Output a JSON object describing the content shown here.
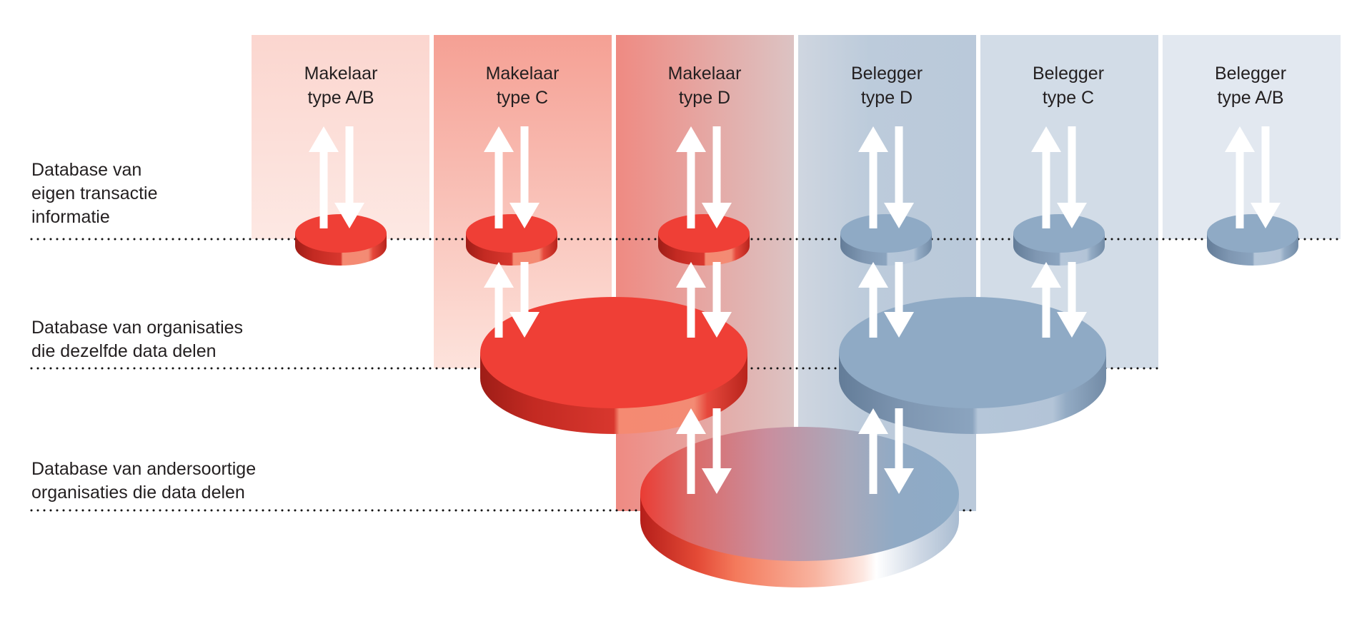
{
  "diagram": {
    "columns": [
      {
        "id": "makelaar-ab",
        "line1": "Makelaar",
        "line2": "type A/B",
        "group": "makelaar",
        "color": "#fbd9d3"
      },
      {
        "id": "makelaar-c",
        "line1": "Makelaar",
        "line2": "type C",
        "group": "makelaar",
        "color": "#f6a59a"
      },
      {
        "id": "makelaar-d",
        "line1": "Makelaar",
        "line2": "type D",
        "group": "makelaar",
        "color": "#f08f86"
      },
      {
        "id": "belegger-d",
        "line1": "Belegger",
        "line2": "type D",
        "group": "belegger",
        "color": "#bccbdc"
      },
      {
        "id": "belegger-c",
        "line1": "Belegger",
        "line2": "type C",
        "group": "belegger",
        "color": "#d2dce7"
      },
      {
        "id": "belegger-ab",
        "line1": "Belegger",
        "line2": "type A/B",
        "group": "belegger",
        "color": "#e2e8f0"
      }
    ],
    "rows": [
      {
        "id": "eigen",
        "lines": [
          "Database van",
          "eigen transactie",
          "informatie"
        ]
      },
      {
        "id": "dezelfde",
        "lines": [
          "Database van organisaties",
          "die dezelfde data delen"
        ]
      },
      {
        "id": "andersoortig",
        "lines": [
          "Database van andersoortige",
          "organisaties die data delen"
        ]
      }
    ],
    "colors": {
      "red": "#ef3f36",
      "red_dark": "#b2231c",
      "red_light": "#f6907a",
      "blue": "#8faac5",
      "blue_dark": "#6e86a1",
      "blue_light": "#b9c9da",
      "arrow": "#ffffff",
      "dots": "#111111"
    }
  }
}
